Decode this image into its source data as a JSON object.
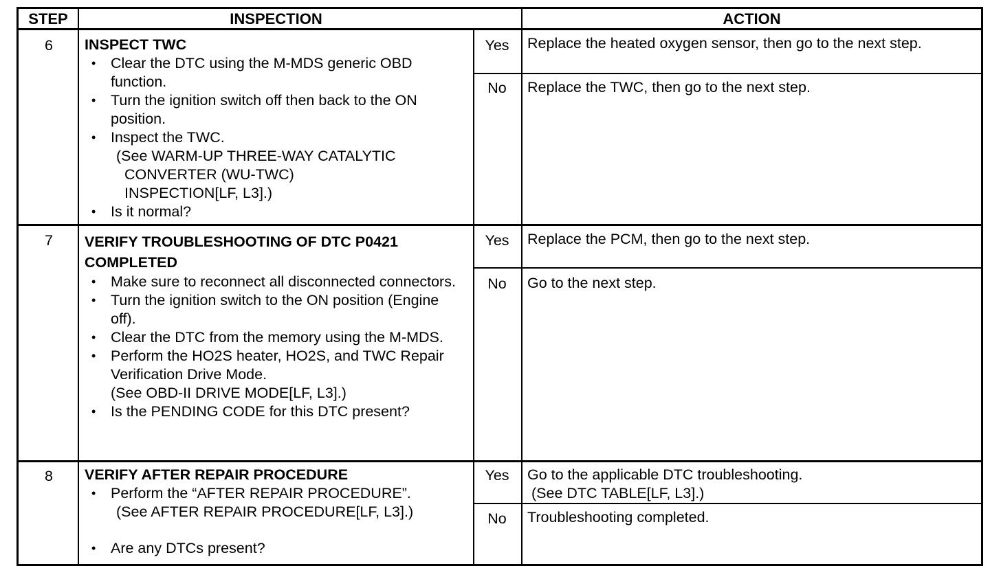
{
  "header": {
    "step": "STEP",
    "inspection": "INSPECTION",
    "action": "ACTION"
  },
  "rows": [
    {
      "step": "6",
      "title": "INSPECT TWC",
      "bullets": [
        "Clear the DTC using the M-MDS generic OBD function.",
        "Turn the ignition switch off then back to the ON position.",
        "Inspect the TWC."
      ],
      "ref_lines": [
        "(See WARM-UP THREE-WAY CATALYTIC",
        "CONVERTER (WU-TWC)",
        "INSPECTION[LF, L3].)"
      ],
      "question": "Is it normal?",
      "yes_label": "Yes",
      "yes_action": "Replace the heated oxygen sensor, then go to the next step.",
      "no_label": "No",
      "no_action": "Replace the TWC, then go to the next step."
    },
    {
      "step": "7",
      "title": "VERIFY TROUBLESHOOTING OF DTC P0421 COMPLETED",
      "bullets": [
        "Make sure to reconnect all disconnected connectors.",
        "Turn the ignition switch to the ON position (Engine off).",
        "Clear the DTC from the memory using the M-MDS.",
        "Perform the HO2S heater, HO2S, and TWC Repair Verification Drive Mode."
      ],
      "ref": "(See OBD-II DRIVE MODE[LF, L3].)",
      "question": "Is the PENDING CODE for this DTC present?",
      "yes_label": "Yes",
      "yes_action": "Replace the PCM, then go to the next step.",
      "no_label": "No",
      "no_action": "Go to the next step."
    },
    {
      "step": "8",
      "title": "VERIFY AFTER REPAIR PROCEDURE",
      "bullets": [
        "Perform the “AFTER REPAIR PROCEDURE”."
      ],
      "ref": "(See AFTER REPAIR PROCEDURE[LF, L3].)",
      "question": "Are any DTCs present?",
      "yes_label": "Yes",
      "yes_action": "Go to the applicable DTC troubleshooting.",
      "yes_ref": "(See DTC TABLE[LF, L3].)",
      "no_label": "No",
      "no_action": "Troubleshooting completed."
    }
  ]
}
